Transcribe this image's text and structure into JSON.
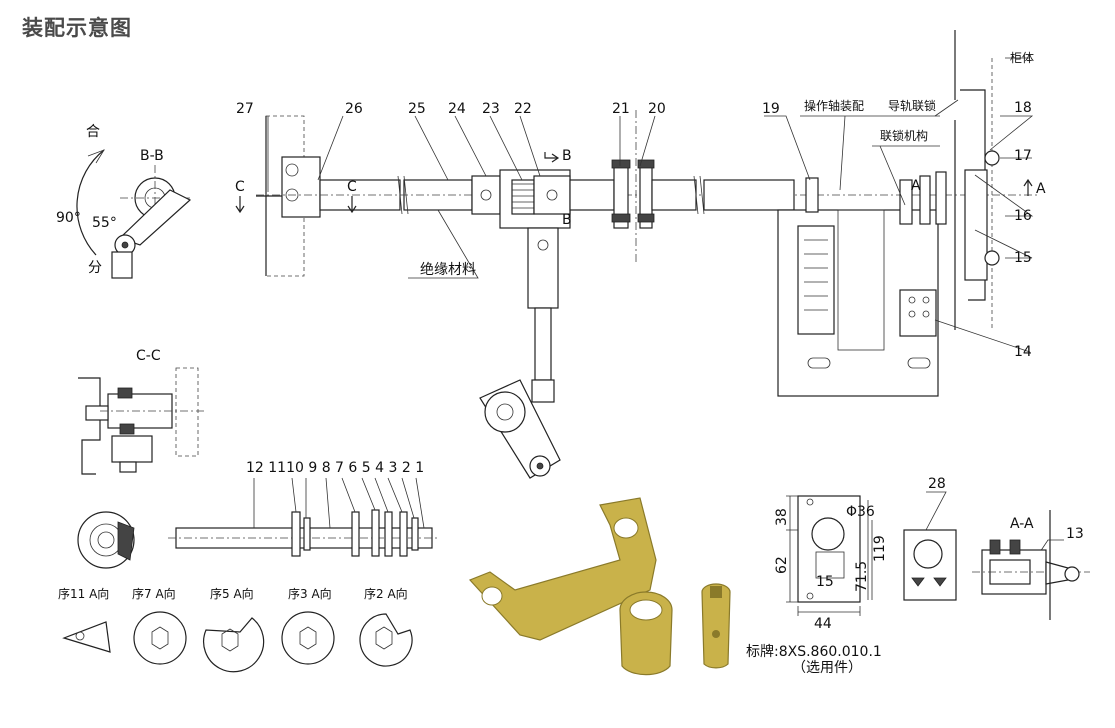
{
  "title": "装配示意图",
  "labels": {
    "p27": "27",
    "p26": "26",
    "p25": "25",
    "p24": "24",
    "p23": "23",
    "p22": "22",
    "p21": "21",
    "p20": "20",
    "p19": "19",
    "p18": "18",
    "p17": "17",
    "p16": "16",
    "p15": "15",
    "p14": "14",
    "p28": "28",
    "p13": "13",
    "cabinet": "柜体",
    "op_shaft": "操作轴装配",
    "rail_lock": "导轨联锁",
    "interlock": "联锁机构",
    "insulation": "绝缘材料",
    "bb": "B-B",
    "cc": "C-C",
    "aa": "A-A",
    "close": "合",
    "open": "分",
    "deg90": "90°",
    "deg55": "55°",
    "c": "C",
    "b": "B",
    "a": "A",
    "parts_row": "12 1110 9 8 7 6 5 4 3 2 1",
    "view11": "序11 A向",
    "view7": "序7 A向",
    "view5": "序5 A向",
    "view3": "序3 A向",
    "view2": "序2 A向",
    "plate_note": "标牌:8XS.860.010.1",
    "optional": "（选用件）"
  },
  "dims": {
    "d38": "38",
    "d62": "62",
    "d119": "119",
    "d715": "71.5",
    "d15": "15",
    "d44": "44",
    "phi36": "Φ36"
  },
  "colors": {
    "metal": "#c9b24a",
    "metal_dark": "#8a7a2a",
    "line": "#222222"
  }
}
